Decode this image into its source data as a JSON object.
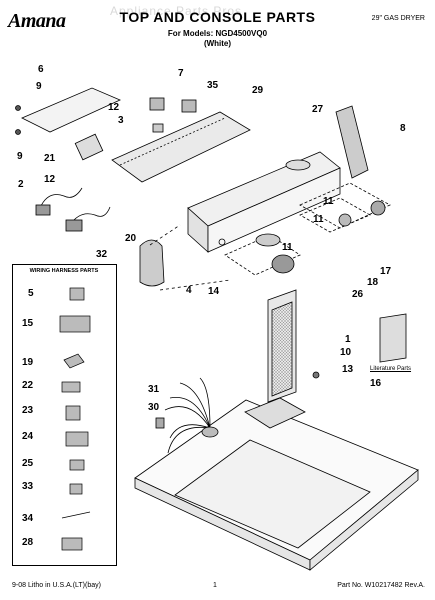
{
  "header": {
    "brand": "Amana",
    "title": "TOP AND CONSOLE PARTS",
    "watermark": "Appliance Parts Pros",
    "models_line": "For Models: NGD4500VQ0",
    "variant": "(White)",
    "dryer_type": "29\" GAS DRYER"
  },
  "callouts": [
    {
      "id": "c6",
      "text": "6"
    },
    {
      "id": "c9a",
      "text": "9"
    },
    {
      "id": "c9b",
      "text": "9"
    },
    {
      "id": "c7",
      "text": "7"
    },
    {
      "id": "c35",
      "text": "35"
    },
    {
      "id": "c29",
      "text": "29"
    },
    {
      "id": "c12a",
      "text": "12"
    },
    {
      "id": "c3",
      "text": "3"
    },
    {
      "id": "c21",
      "text": "21"
    },
    {
      "id": "c12b",
      "text": "12"
    },
    {
      "id": "c2",
      "text": "2"
    },
    {
      "id": "c20",
      "text": "20"
    },
    {
      "id": "c32",
      "text": "32"
    },
    {
      "id": "c27",
      "text": "27"
    },
    {
      "id": "c8",
      "text": "8"
    },
    {
      "id": "c11a",
      "text": "11"
    },
    {
      "id": "c11b",
      "text": "11"
    },
    {
      "id": "c11c",
      "text": "11"
    },
    {
      "id": "c17",
      "text": "17"
    },
    {
      "id": "c18",
      "text": "18"
    },
    {
      "id": "c14",
      "text": "14"
    },
    {
      "id": "c26",
      "text": "26"
    },
    {
      "id": "c4",
      "text": "4"
    },
    {
      "id": "c1",
      "text": "1"
    },
    {
      "id": "c10",
      "text": "10"
    },
    {
      "id": "c13",
      "text": "13"
    },
    {
      "id": "c16",
      "text": "16"
    },
    {
      "id": "c31",
      "text": "31"
    },
    {
      "id": "c30",
      "text": "30"
    }
  ],
  "wiring_harness": {
    "title": "WIRING HARNESS PARTS",
    "items": [
      "5",
      "15",
      "19",
      "22",
      "23",
      "24",
      "25",
      "33",
      "34",
      "28"
    ]
  },
  "literature_label": "Literature Parts",
  "footer": {
    "left": "9-08 Litho in U.S.A.(LT)(bay)",
    "center": "1",
    "right": "Part No. W10217482 Rev.A."
  }
}
